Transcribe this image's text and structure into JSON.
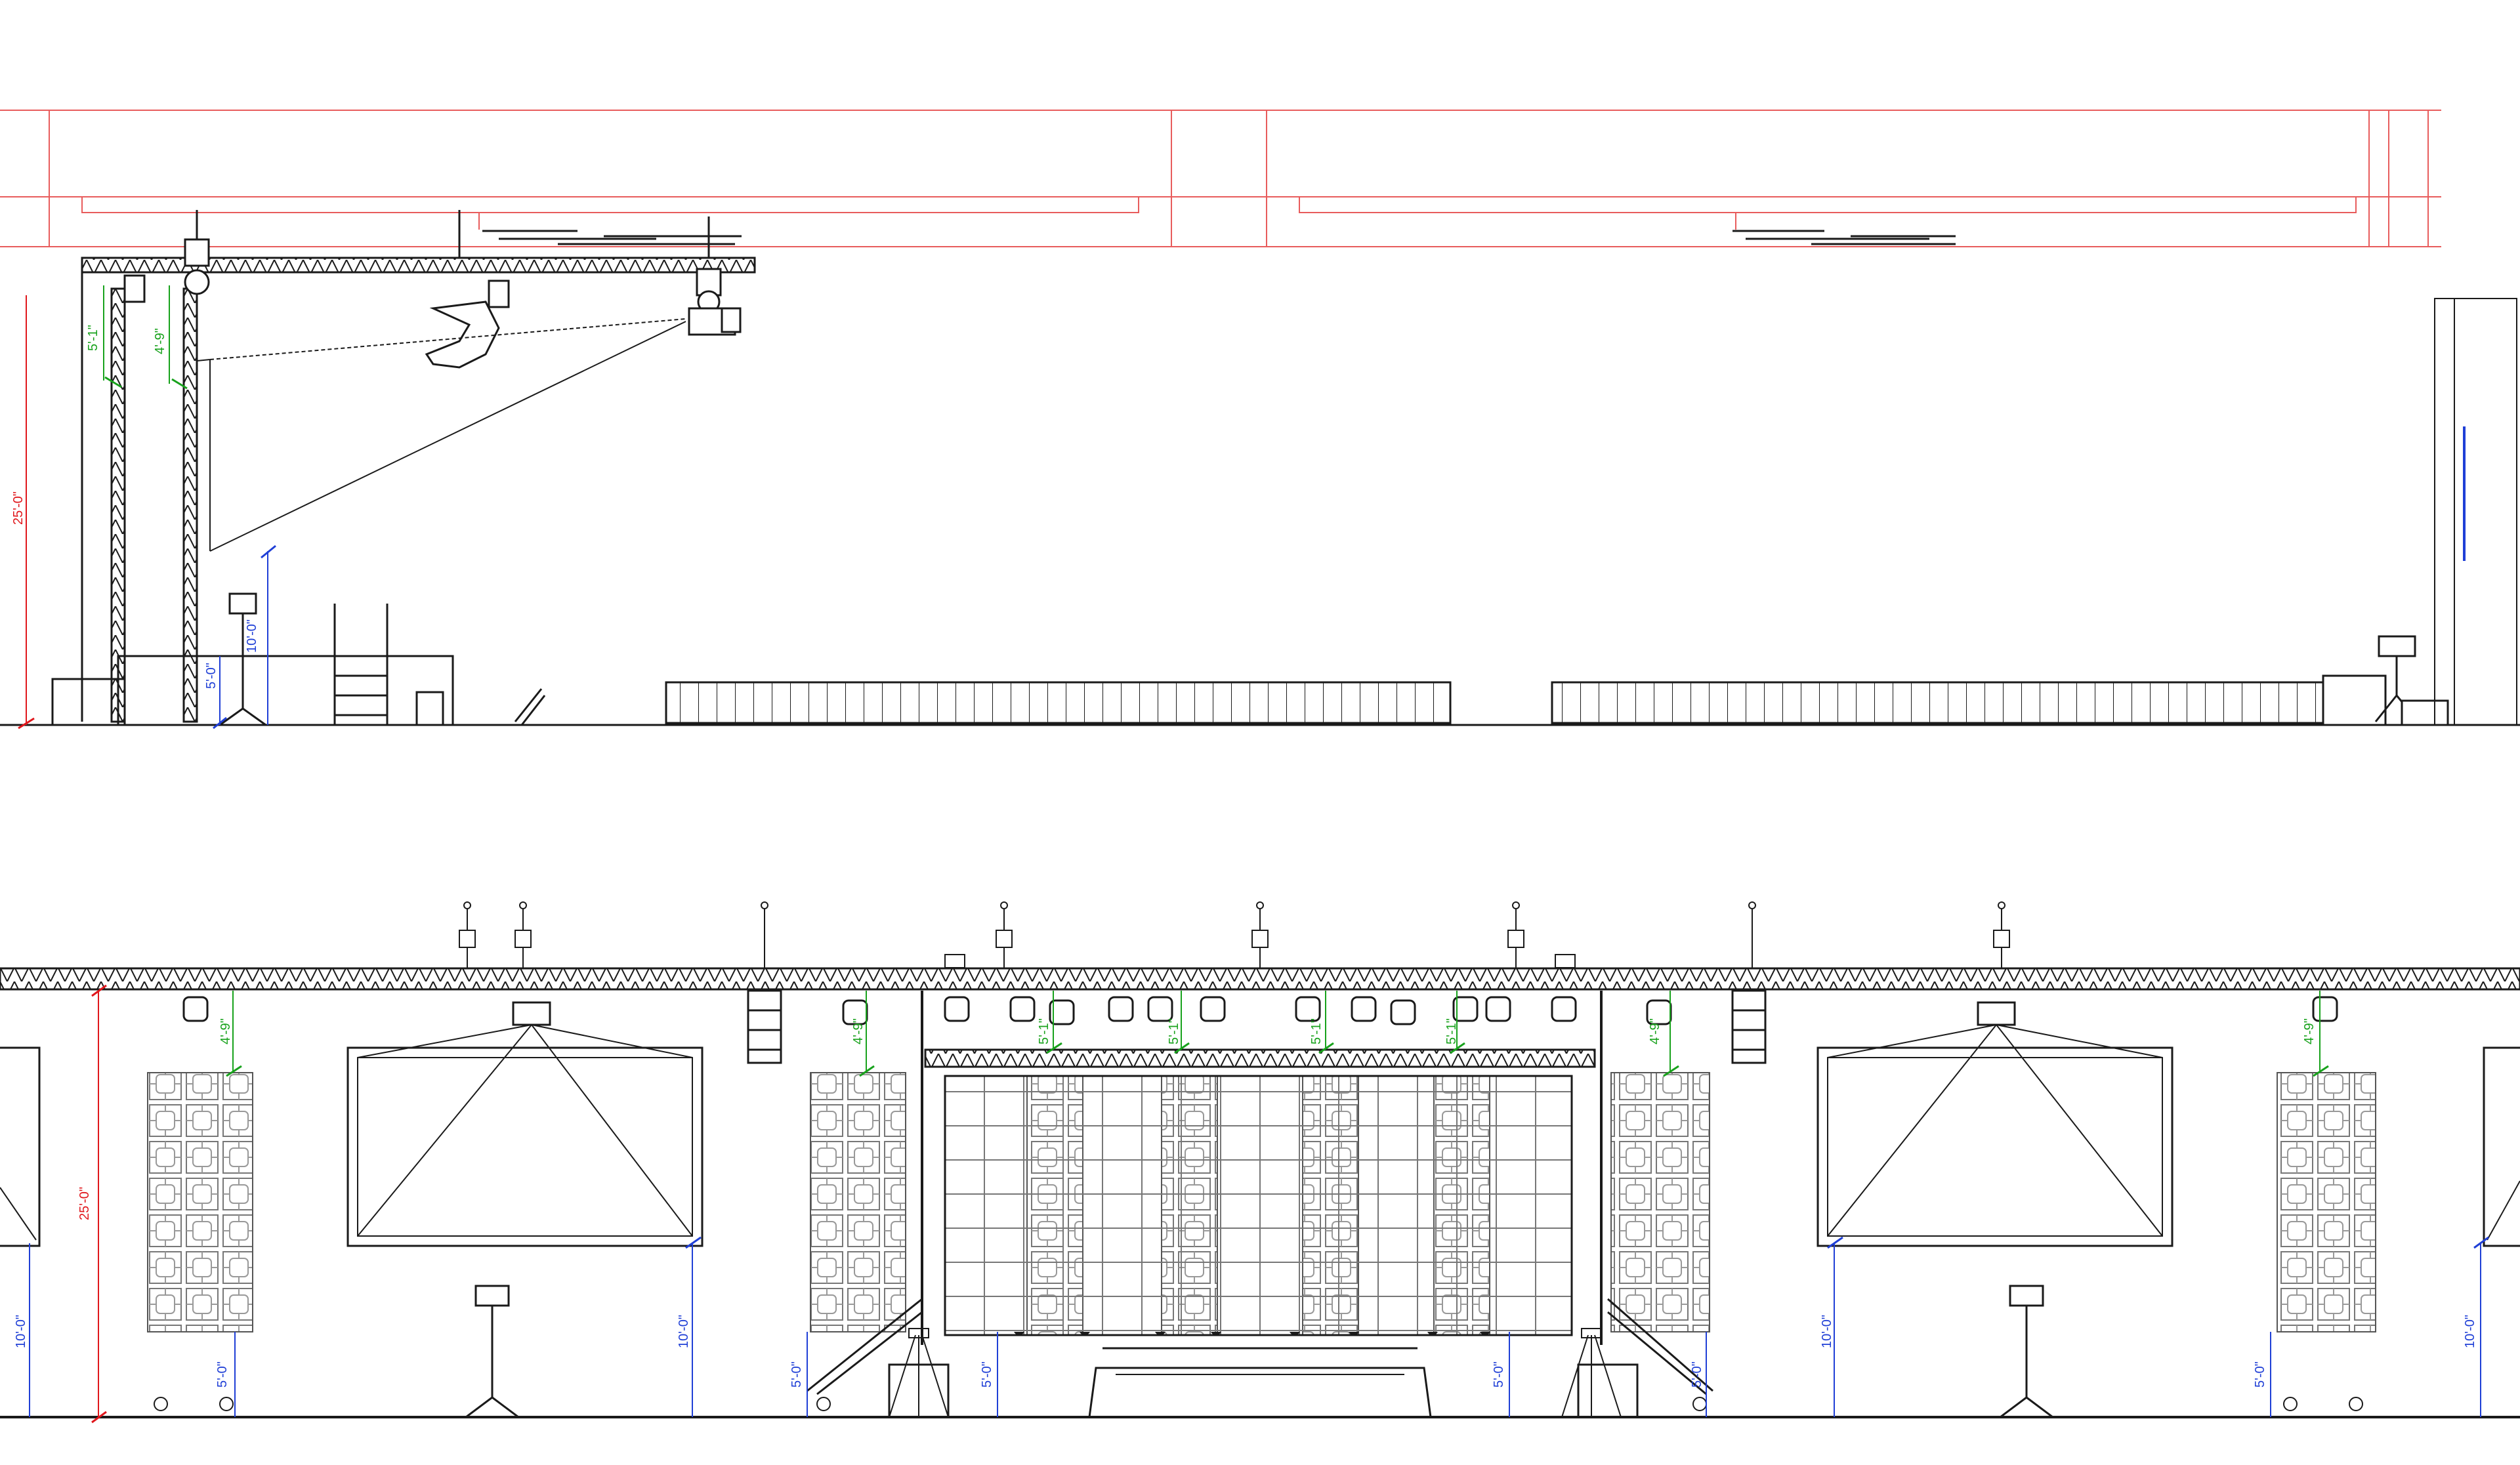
{
  "colors": {
    "line": "#1a1a1a",
    "light_line": "#555555",
    "grid": "#9a9a9a",
    "red_dim": "#e0161b",
    "green_dim": "#18a21c",
    "blue_dim": "#1f3fd6",
    "ceiling_red": "#e85c5c"
  },
  "side_elevation": {
    "dimensions": {
      "overall_height": "25'-0\"",
      "trim_a": "5'-1\"",
      "trim_b": "4'-9\"",
      "deck_height": "10'-0\"",
      "lower_height": "5'-0\""
    }
  },
  "front_elevation": {
    "dimensions": {
      "overall_height": "25'-0\"",
      "trim_left": "4'-9\"",
      "trim_center_left": "4'-9\"",
      "trim_center_right": "4'-9\"",
      "trim_right": "4'-9\"",
      "spot_1": "5'-1\"",
      "spot_2": "5'-1\"",
      "spot_3": "5'-1\"",
      "spot_4": "5'-1\"",
      "height_left": "10'-0\"",
      "height_center_left": "10'-0\"",
      "height_center_right": "10'-0\"",
      "height_right": "10'-0\"",
      "low_1": "5'-0\"",
      "low_2": "5'-0\"",
      "low_3": "5'-0\"",
      "low_4": "5'-0\"",
      "low_5": "5'-0\"",
      "low_6": "5'-0\""
    }
  }
}
